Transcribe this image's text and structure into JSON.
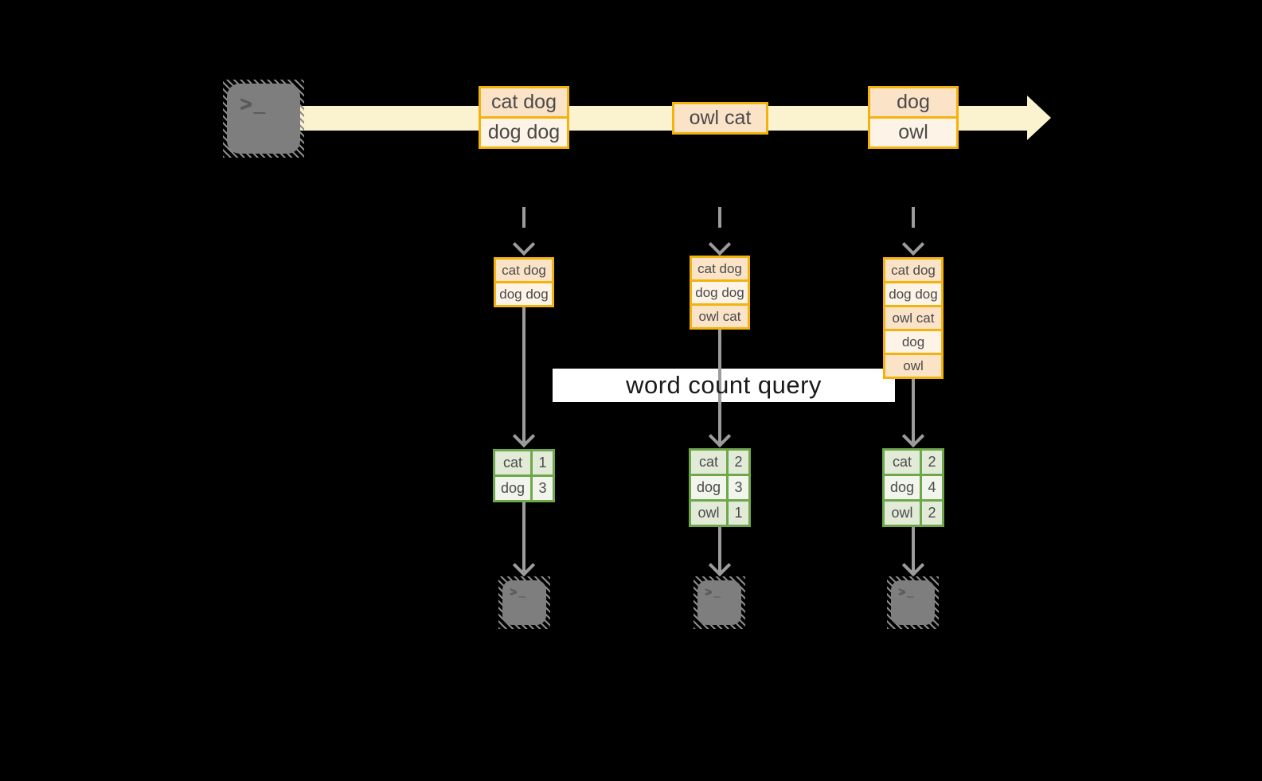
{
  "colors": {
    "background": "#000000",
    "stream_band": "#FBF2CF",
    "box_border_orange": "#F2B30E",
    "row_peach": "#FBE3C8",
    "row_cream": "#FDF3E6",
    "table_border_green": "#6FA74B",
    "cell_green_light": "#E2EAD8",
    "cell_green_lighter": "#F1F5EC",
    "arrow_gray": "#9C9C9C"
  },
  "terminal_glyph": ">_",
  "stream": {
    "messages": [
      {
        "rows": [
          "cat dog",
          "dog dog"
        ]
      },
      {
        "rows": [
          "owl cat"
        ]
      },
      {
        "rows": [
          "dog",
          "owl"
        ]
      }
    ]
  },
  "query_bar": {
    "label": "word count query"
  },
  "columns": [
    {
      "state_rows": [
        "cat dog",
        "dog dog"
      ],
      "result": [
        {
          "word": "cat",
          "count": "1"
        },
        {
          "word": "dog",
          "count": "3"
        }
      ]
    },
    {
      "state_rows": [
        "cat dog",
        "dog dog",
        "owl cat"
      ],
      "result": [
        {
          "word": "cat",
          "count": "2"
        },
        {
          "word": "dog",
          "count": "3"
        },
        {
          "word": "owl",
          "count": "1"
        }
      ]
    },
    {
      "state_rows": [
        "cat dog",
        "dog dog",
        "owl cat",
        "dog",
        "owl"
      ],
      "result": [
        {
          "word": "cat",
          "count": "2"
        },
        {
          "word": "dog",
          "count": "4"
        },
        {
          "word": "owl",
          "count": "2"
        }
      ]
    }
  ]
}
